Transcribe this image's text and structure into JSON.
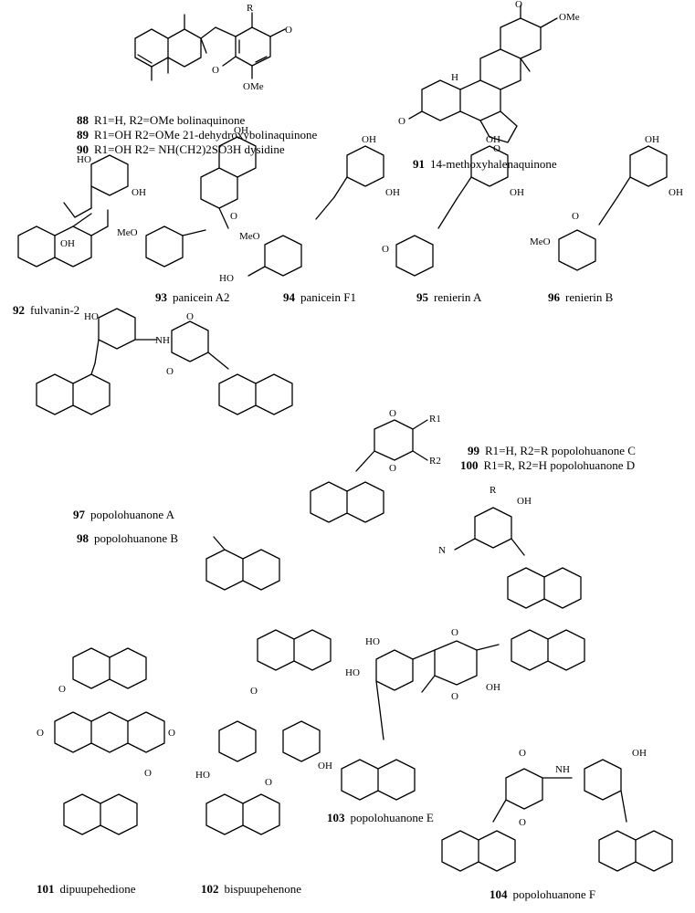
{
  "figure": {
    "substituent_R_header": "R",
    "substituent_R1": "R1",
    "substituent_R2": "R2",
    "r_group_title": "R",
    "compounds": [
      {
        "id": "88",
        "text": "R1=H, R2=OMe    bolinaquinone"
      },
      {
        "id": "89",
        "text": "R1=OH R2=OMe    21-dehydroxybolinaquinone"
      },
      {
        "id": "90",
        "text": "R1=OH R2= NH(CH2)2SO3H    dysidine"
      },
      {
        "id": "91",
        "text": "14-methoxyhalenaquinone"
      },
      {
        "id": "92",
        "text": "fulvanin-2"
      },
      {
        "id": "93",
        "text": "panicein A2"
      },
      {
        "id": "94",
        "text": "panicein F1"
      },
      {
        "id": "95",
        "text": "renierin A"
      },
      {
        "id": "96",
        "text": "renierin  B"
      },
      {
        "id": "97",
        "text": "popolohuanone A"
      },
      {
        "id": "98",
        "text": "popolohuanone B"
      },
      {
        "id": "99",
        "text": "R1=H, R2=R    popolohuanone C"
      },
      {
        "id": "100",
        "text": "R1=R, R2=H    popolohuanone D"
      },
      {
        "id": "101",
        "text": "dipuupehedione"
      },
      {
        "id": "102",
        "text": "bispuupehenone"
      },
      {
        "id": "103",
        "text": "popolohuanone E"
      },
      {
        "id": "104",
        "text": "popolohuanone F"
      }
    ],
    "atoms": {
      "OH": "OH",
      "HO": "HO",
      "OMe": "OMe",
      "MeO": "MeO",
      "O": "O",
      "H": "H",
      "NH": "NH",
      "N": "N"
    }
  }
}
